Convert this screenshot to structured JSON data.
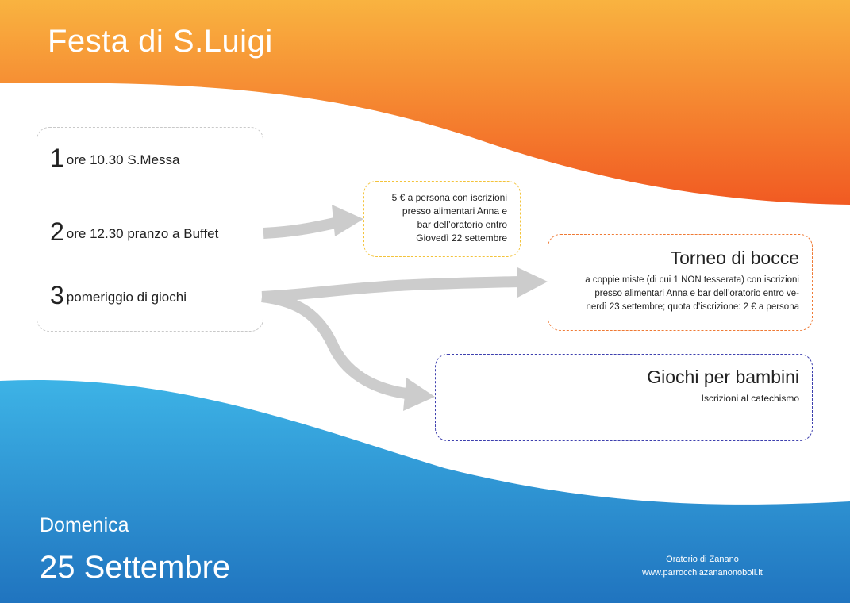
{
  "title": "Festa di S.Luigi",
  "program": {
    "items": [
      {
        "number": "1",
        "text": "ore 10.30 S.Messa"
      },
      {
        "number": "2",
        "text": "ore 12.30 pranzo a Buffet"
      },
      {
        "number": "3",
        "text": "pomeriggio  di giochi"
      }
    ]
  },
  "pranzo_info": {
    "lines": [
      "5 € a persona con iscrizioni",
      "presso alimentari Anna e",
      "bar dell’oratorio entro",
      "Giovedì 22 settembre"
    ]
  },
  "torneo": {
    "title": "Torneo di bocce",
    "lines": [
      "a coppie miste (di cui 1 NON tesserata) con iscrizioni",
      "presso alimentari Anna e bar dell’oratorio entro ve-",
      "nerdì 23 settembre; quota d’iscrizione: 2 € a persona"
    ]
  },
  "giochi": {
    "title": "Giochi per bambini",
    "text": "Iscrizioni al catechismo"
  },
  "date": {
    "day": "Domenica",
    "full": "25 Settembre"
  },
  "footer": {
    "org": "Oratorio di Zanano",
    "url": "www.parrocchiazananonoboli.it"
  },
  "colors": {
    "orange_light": "#f9b340",
    "orange_dark": "#f15a22",
    "blue_light": "#3db3e6",
    "blue_dark": "#2074bf",
    "arrow": "#cccccc",
    "pranzo_border": "#f3c33b",
    "bocce_border": "#ef7a35",
    "giochi_border": "#3d3fae"
  }
}
